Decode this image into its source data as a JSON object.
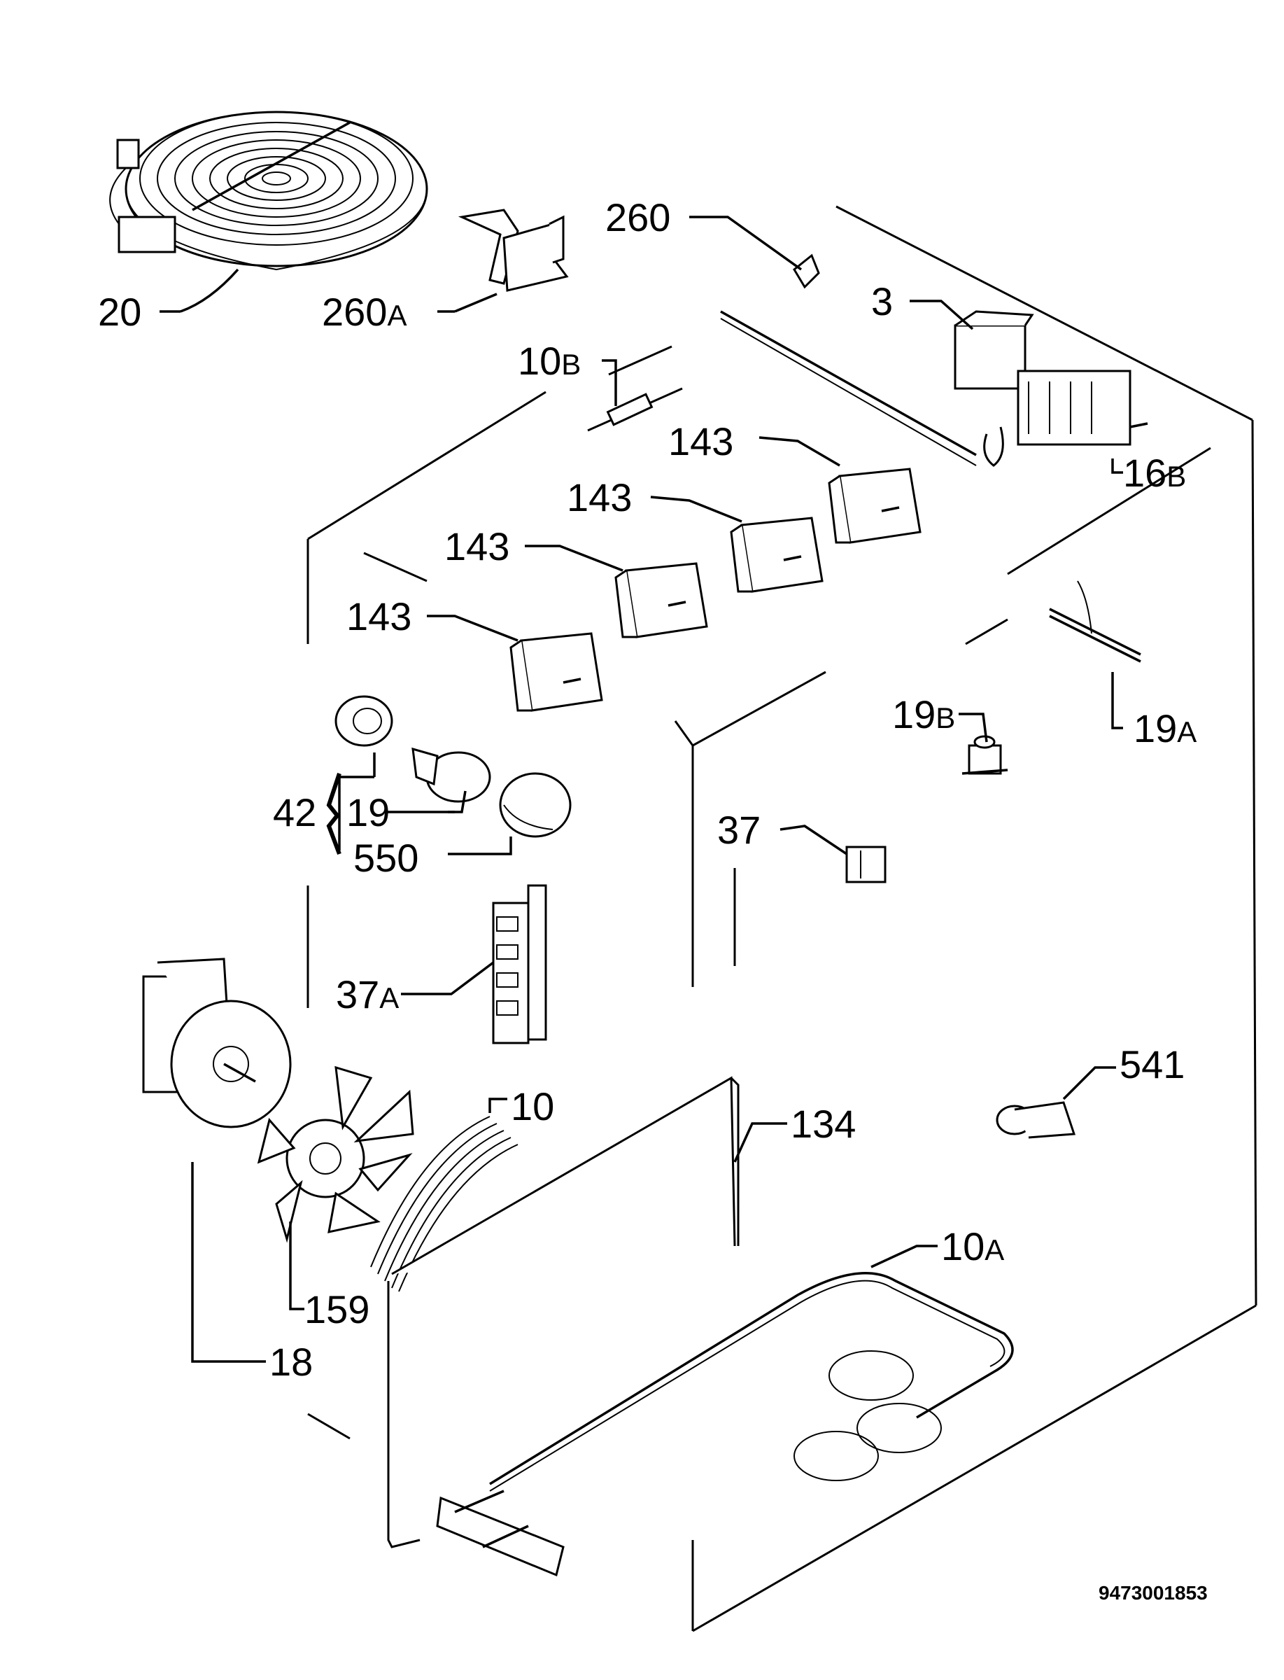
{
  "diagram": {
    "catalog_number": "9473001853",
    "parts": [
      {
        "id": "p20",
        "number": "20",
        "suffix": ""
      },
      {
        "id": "p260a",
        "number": "260",
        "suffix": "A"
      },
      {
        "id": "p260",
        "number": "260",
        "suffix": ""
      },
      {
        "id": "p3",
        "number": "3",
        "suffix": ""
      },
      {
        "id": "p10b",
        "number": "10",
        "suffix": "B"
      },
      {
        "id": "p16b",
        "number": "16",
        "suffix": "B"
      },
      {
        "id": "p143a",
        "number": "143",
        "suffix": ""
      },
      {
        "id": "p143b",
        "number": "143",
        "suffix": ""
      },
      {
        "id": "p143c",
        "number": "143",
        "suffix": ""
      },
      {
        "id": "p143d",
        "number": "143",
        "suffix": ""
      },
      {
        "id": "p19a",
        "number": "19",
        "suffix": "A"
      },
      {
        "id": "p19b",
        "number": "19",
        "suffix": "B"
      },
      {
        "id": "p42",
        "number": "42",
        "suffix": ""
      },
      {
        "id": "p19",
        "number": "19",
        "suffix": ""
      },
      {
        "id": "p550",
        "number": "550",
        "suffix": ""
      },
      {
        "id": "p37",
        "number": "37",
        "suffix": ""
      },
      {
        "id": "p37a",
        "number": "37",
        "suffix": "A"
      },
      {
        "id": "p541",
        "number": "541",
        "suffix": ""
      },
      {
        "id": "p10",
        "number": "10",
        "suffix": ""
      },
      {
        "id": "p134",
        "number": "134",
        "suffix": ""
      },
      {
        "id": "p10a",
        "number": "10",
        "suffix": "A"
      },
      {
        "id": "p159",
        "number": "159",
        "suffix": ""
      },
      {
        "id": "p18",
        "number": "18",
        "suffix": ""
      }
    ]
  }
}
